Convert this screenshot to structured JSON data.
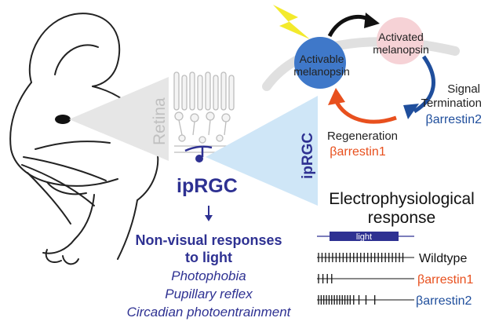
{
  "labels": {
    "retina": "Retina",
    "iprgc_vertical": "ipRGC",
    "iprgc_main": "ipRGC",
    "activable_line1": "Activable",
    "activable_line2": "melanopsin",
    "activated_line1": "Activated",
    "activated_line2": "melanopsin",
    "signal_line1": "Signal",
    "signal_line2": "Termination",
    "signal_barr": "βarrestin2",
    "regen_line1": "Regeneration",
    "regen_barr": "βarrestin1",
    "nonvisual_line1": "Non-visual responses",
    "nonvisual_line2": "to light",
    "resp1": "Photophobia",
    "resp2": "Pupillary reflex",
    "resp3": "Circadian photoentrainment",
    "ephys_line1": "Electrophysiological",
    "ephys_line2": "response",
    "light_bar": "light",
    "trace_wt": "Wildtype",
    "trace_b1": "βarrestin1",
    "trace_b2": "βarrestin2"
  },
  "colors": {
    "navy": "#2e3192",
    "blue_dark": "#1f4e9c",
    "orange": "#e8501e",
    "gray_retina": "#c8c8c8",
    "light_blue_cone": "#cfe6f7",
    "activable_circle": "#3f78c9",
    "activated_circle": "#f6d2d6",
    "lightning": "#f3ea2c"
  },
  "icons": {
    "mouse": "mouse-head-drawing",
    "lightning": "lightning-bolt-icon",
    "retina_cells": "retina-layers-drawing"
  },
  "ephys": {
    "stimulus_window": [
      0.22,
      0.72
    ],
    "wildtype_spikes": [
      0.0,
      0.04,
      0.08,
      0.12,
      0.16,
      0.2,
      0.24,
      0.28,
      0.32,
      0.36,
      0.4,
      0.44,
      0.48,
      0.52,
      0.56,
      0.6,
      0.64,
      0.68,
      0.72,
      0.76,
      0.8,
      0.84,
      0.88,
      0.92,
      0.96
    ],
    "barr1_spikes": [
      0.0,
      0.05,
      0.1,
      0.15
    ],
    "barr2_spikes": [
      0.0,
      0.03,
      0.06,
      0.09,
      0.12,
      0.15,
      0.18,
      0.21,
      0.24,
      0.27,
      0.3,
      0.33,
      0.36,
      0.4,
      0.46,
      0.54,
      0.64
    ]
  }
}
